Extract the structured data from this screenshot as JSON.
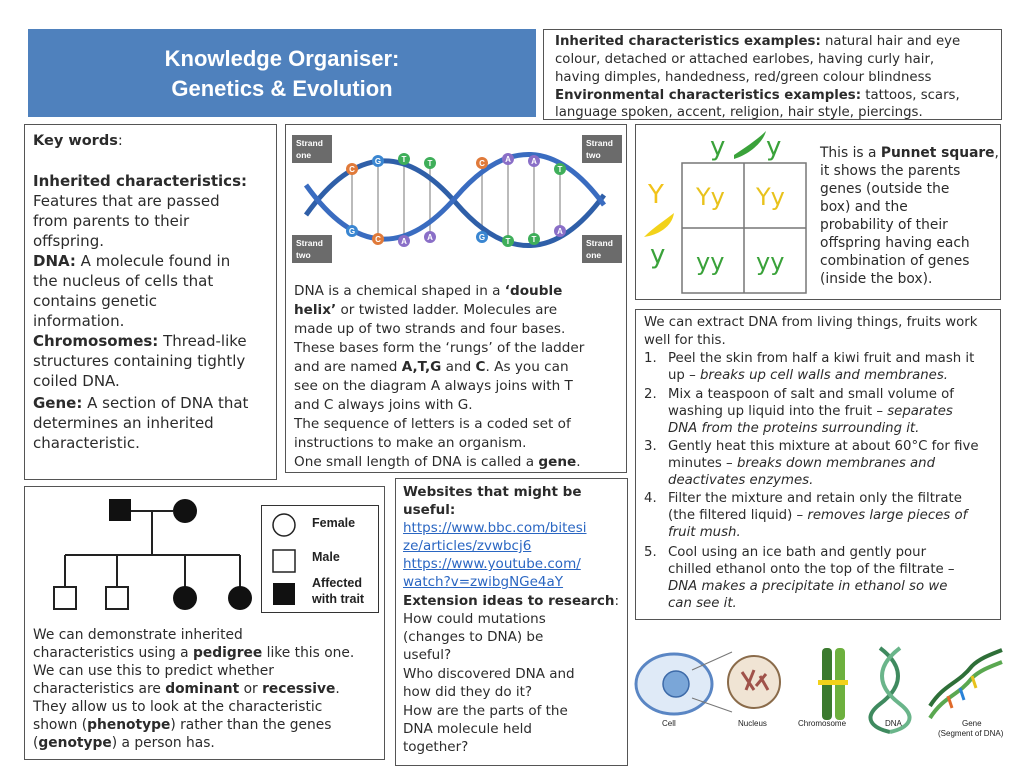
{
  "header": {
    "title_line1": "Knowledge Organiser:",
    "title_line2": "Genetics & Evolution"
  },
  "examples": {
    "inherited_label": "Inherited characteristics examples:",
    "inherited_l1": " natural hair and eye",
    "inherited_l2": "colour, detached or attached earlobes, having curly hair,",
    "inherited_l3": "having dimples, handedness, red/green colour blindness",
    "environmental_label": "Environmental characteristics examples:",
    "environmental_l1": " tattoos, scars,",
    "environmental_l2": "language spoken, accent, religion, hair style, piercings."
  },
  "key_words": {
    "heading": "Key words",
    "heading_colon": ":",
    "inherited_term": "Inherited characteristics:",
    "inherited_def": [
      "Features that are passed",
      "from parents to their",
      "offspring."
    ],
    "dna_term": "DNA:",
    "dna_def_first": " A molecule found in",
    "dna_def": [
      "the nucleus of cells that",
      "contains genetic",
      "information."
    ],
    "chromosomes_term": "Chromosomes:",
    "chromosomes_def_first": " Thread-like",
    "chromosomes_def": [
      "structures containing tightly",
      "coiled DNA."
    ],
    "gene_term": "Gene:",
    "gene_def_first": " A section of DNA that",
    "gene_def": [
      "determines an inherited",
      "characteristic."
    ]
  },
  "helix": {
    "strand_one_top": [
      "Strand",
      "one"
    ],
    "strand_two_top": [
      "Strand",
      "two"
    ],
    "strand_two_bottom": [
      "Strand",
      "two"
    ],
    "strand_one_bottom": [
      "Strand",
      "one"
    ],
    "bases_top": [
      "C",
      "G",
      "T",
      "T",
      "G",
      "T",
      "T",
      "A"
    ],
    "bases_bottom": [
      "G",
      "C",
      "A",
      "A",
      "C",
      "A",
      "A",
      "T"
    ],
    "p1": [
      "DNA is a chemical shaped in a ",
      "‘double",
      "helix’",
      " or twisted ladder. Molecules are",
      "made up of two strands and four bases.",
      "These bases form the ‘rungs’ of the ladder",
      "and are named ",
      "A,T,G",
      " and ",
      "C",
      ". As you can",
      "see on the diagram A always joins with T",
      "and C always joins with G."
    ],
    "p2": [
      "The sequence of letters is a coded set of",
      "instructions to make an organism.",
      "One small length of DNA is called a ",
      "gene",
      "."
    ]
  },
  "punnett": {
    "top_alleles": [
      "y",
      "y"
    ],
    "left_alleles": [
      "Y",
      "y"
    ],
    "cells": [
      "Yy",
      "Yy",
      "yy",
      "yy"
    ],
    "text_pre": "This is a ",
    "text_bold": "Punnet square",
    "text_l1_end": ",",
    "text_lines": [
      "it shows the parents",
      "genes (outside the",
      "box) and the",
      "probability of their",
      "offspring having each",
      "combination of genes",
      "(inside the box)."
    ]
  },
  "extract": {
    "intro": [
      "We can extract DNA from living things, fruits work",
      "well for this."
    ],
    "steps": [
      {
        "n": "1.",
        "l1": "Peel the skin from half a kiwi fruit and mash it",
        "l2a": "up – ",
        "l2i": "breaks up cell walls and membranes."
      },
      {
        "n": "2.",
        "l1": "Mix a teaspoon of salt and small volume of",
        "l2a": "washing up liquid into the fruit – ",
        "l2i": "separates",
        "l3i": "DNA from the proteins surrounding it."
      },
      {
        "n": "3.",
        "l1": "Gently heat this mixture at about 60°C for five",
        "l2a": "minutes – ",
        "l2i": "breaks down membranes and",
        "l3i": "deactivates enzymes."
      },
      {
        "n": "4.",
        "l1": "Filter the mixture and retain only the filtrate",
        "l2a": "(the filtered liquid) – ",
        "l2i": "removes large pieces of",
        "l3i": "fruit mush."
      },
      {
        "n": "5.",
        "l1": "Cool using an ice bath and gently pour",
        "l2a": "chilled ethanol onto the top of the filtrate –",
        "l3i": "DNA makes a precipitate in ethanol so we",
        "l4i": "can see it."
      }
    ]
  },
  "pedigree": {
    "legend_female": "Female",
    "legend_male": "Male",
    "legend_affected_1": "Affected",
    "legend_affected_2": "with trait",
    "text": [
      "We can demonstrate inherited",
      "characteristics using a ",
      "pedigree",
      " like this one.",
      "We can use this to predict whether",
      "characteristics are ",
      "dominant",
      " or ",
      "recessive",
      ".",
      "They allow us to look at the characteristic",
      "shown (",
      "phenotype",
      ") rather than the genes",
      "(",
      "genotype",
      ") a person has."
    ]
  },
  "websites": {
    "heading_1": "Websites that might be",
    "heading_2": "useful:",
    "link1_l1": "https://www.bbc.com/bitesi",
    "link1_l2": "ze/articles/zvwbcj6",
    "link2_l1": "https://www.youtube.com/",
    "link2_l2": "watch?v=zwibgNGe4aY",
    "extension_heading": "Extension ideas to research",
    "extension_colon": ":",
    "ideas": [
      "How could mutations",
      "(changes to DNA) be",
      "useful?",
      "Who discovered DNA and",
      "how did they do it?",
      "How are the parts of the",
      "DNA molecule held",
      "together?"
    ]
  },
  "cell_diagram": {
    "labels": [
      "Cell",
      "Nucleus",
      "Chromosome",
      "DNA",
      "Gene"
    ],
    "gene_sub": "(Segment of DNA)"
  },
  "colors": {
    "title_bg": "#4f81bd",
    "link": "#2a66c2",
    "allele_yellow": "#f2d21a",
    "allele_green": "#3aa23a"
  }
}
